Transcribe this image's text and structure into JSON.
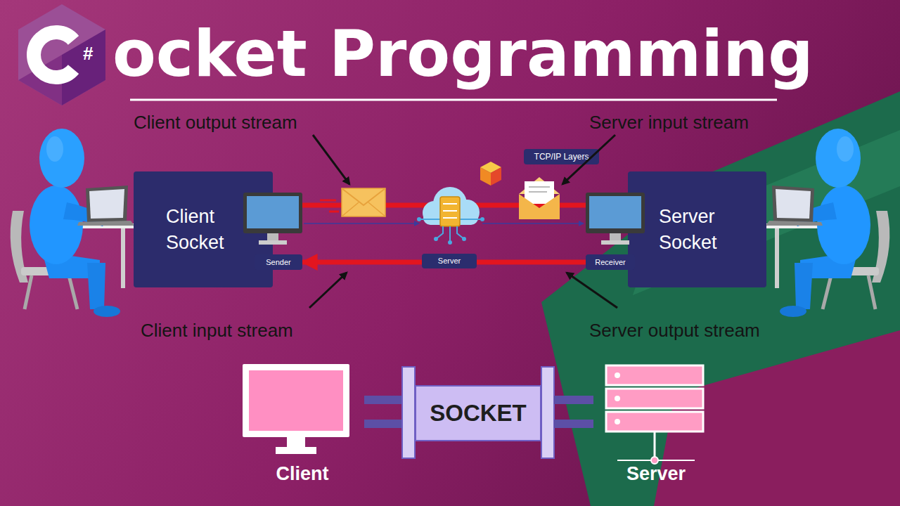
{
  "diagram": {
    "title": "ocket Programming",
    "nodes": [
      {
        "text": [
          "TCP/IP Layers"
        ]
      },
      {
        "text": [
          "Client Socket"
        ]
      },
      {
        "text": [
          "Server Socket"
        ]
      },
      {
        "text": [
          "Sender"
        ]
      },
      {
        "text": [
          "Server"
        ]
      },
      {
        "text": [
          "Receiver"
        ]
      },
      {
        "text": [
          "SOCKET"
        ]
      }
    ],
    "edges": [
      {
        "from": 1,
        "to": 2,
        "arrow": "none"
      },
      {
        "from": 5,
        "to": 3,
        "arrow": "to"
      }
    ],
    "labels": [
      "Client output stream",
      "Server input stream",
      "Client input stream",
      "Server output stream",
      "#",
      "Client",
      "Server"
    ]
  }
}
